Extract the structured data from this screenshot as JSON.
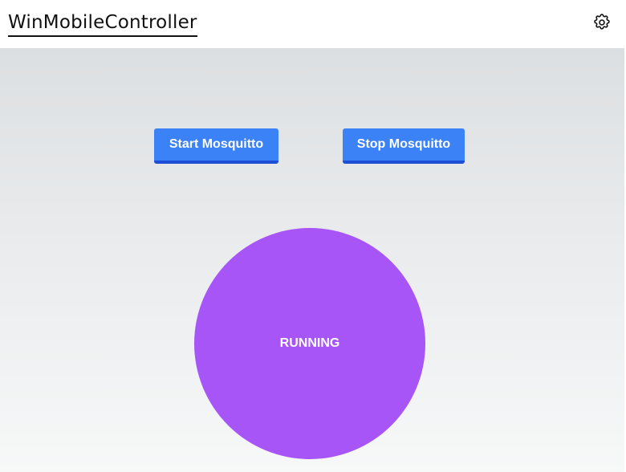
{
  "header": {
    "title": "WinMobileController",
    "settings_icon": "gear-icon"
  },
  "controls": {
    "start_label": "Start Mosquitto",
    "stop_label": "Stop Mosquitto"
  },
  "status": {
    "text": "RUNNING",
    "color": "#a855f7"
  },
  "colors": {
    "button": "#3b82f6",
    "button_border": "#1d4ed8"
  }
}
